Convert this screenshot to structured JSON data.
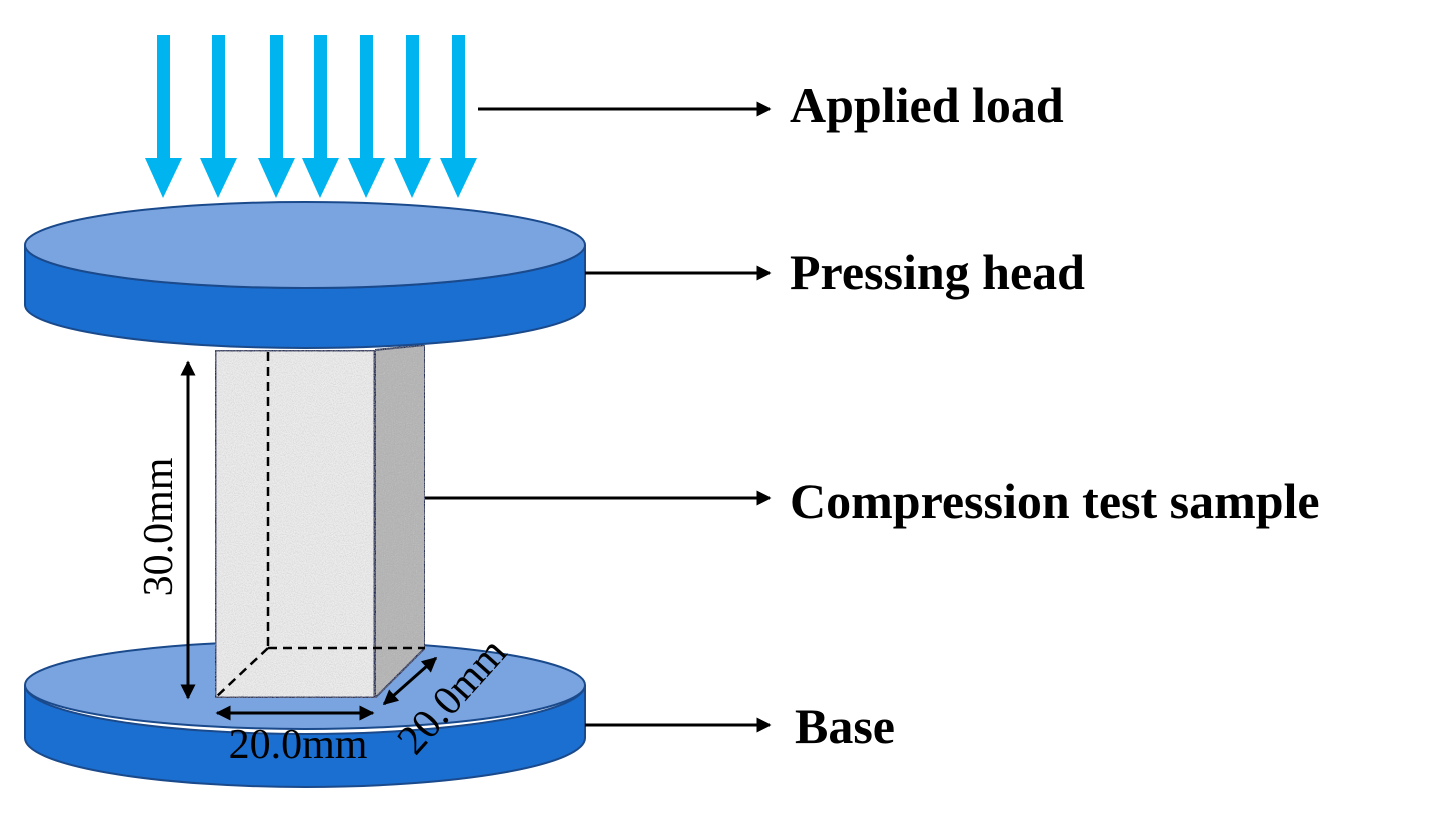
{
  "labels": {
    "applied_load": "Applied load",
    "pressing_head": "Pressing head",
    "compression_sample": "Compression test sample",
    "base": "Base"
  },
  "dimensions": {
    "height": "30.0mm",
    "width": "20.0mm",
    "depth": "20.0mm"
  },
  "colors": {
    "load_arrow": "#00b4f0",
    "disc_top": "#7aa4e0",
    "disc_side": "#1b6fd0",
    "disc_outline": "#1a4a8c",
    "sample_front": "#ededed",
    "sample_side": "#b4b4b4",
    "sample_outline": "#1a2a5a"
  }
}
